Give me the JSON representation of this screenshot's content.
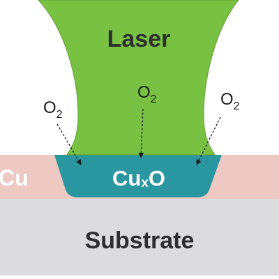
{
  "colors": {
    "laser": "#78c142",
    "laser_outline": "#5f9f33",
    "oxide": "#2a96a0",
    "copper": "#eec8c3",
    "substrate": "#dcdcde",
    "oxide_text": "#ffffff",
    "text": "#2e2e2e",
    "arrow": "#1a1a1a"
  },
  "labels": {
    "laser": "Laser",
    "copper": "Cu",
    "oxide_base": "Cu",
    "oxide_subscript": "x",
    "oxide_tail": "O",
    "substrate": "Substrate"
  },
  "oxygen_labels": [
    {
      "base": "O",
      "subscript": "2"
    },
    {
      "base": "O",
      "subscript": "2"
    },
    {
      "base": "O",
      "subscript": "2"
    }
  ]
}
